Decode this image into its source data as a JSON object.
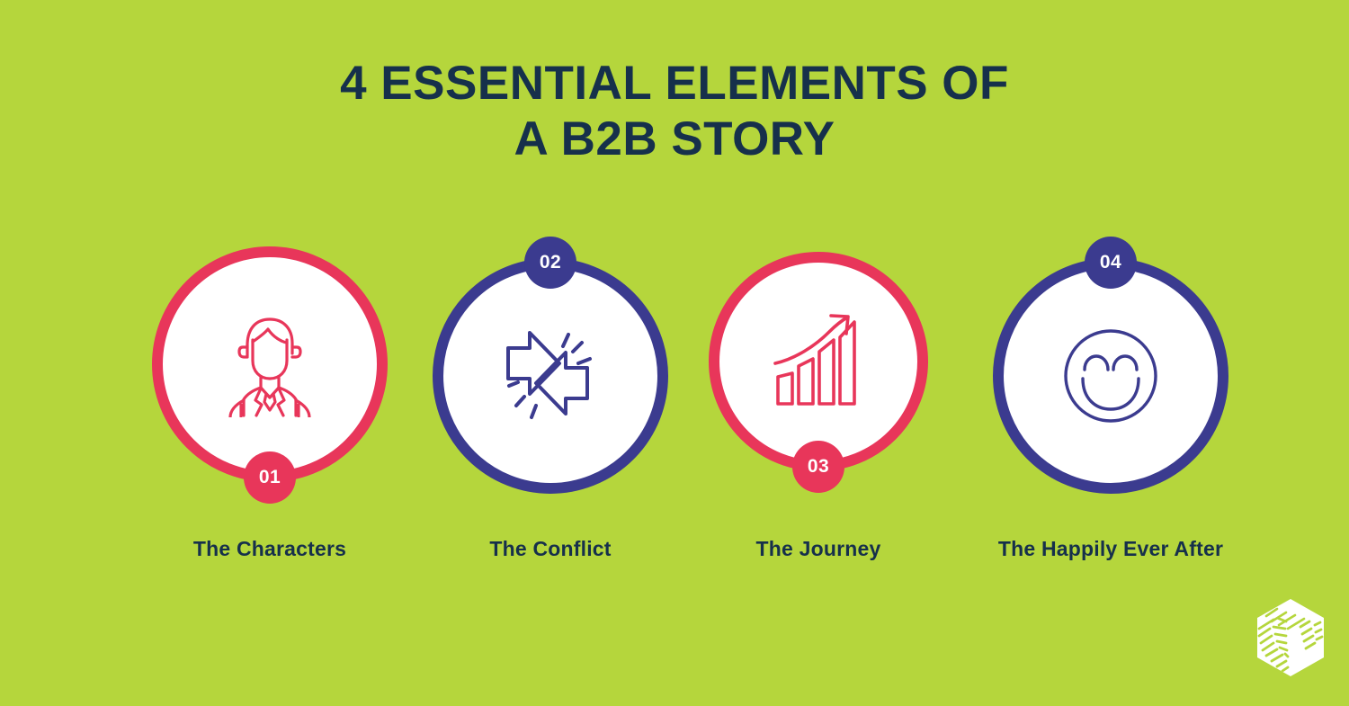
{
  "theme": {
    "background_color": "#b5d63c",
    "title_color": "#16304b",
    "red_color": "#e8365a",
    "navy_color": "#3b3b8f",
    "circle_fill_color": "#ffffff",
    "label_color": "#16304b",
    "logo_color": "#ffffff"
  },
  "title": {
    "line1": "4 ESSENTIAL ELEMENTS OF",
    "line2": "A B2B STORY"
  },
  "items": [
    {
      "number": "01",
      "label": "The Characters",
      "icon": "businessman-icon",
      "accent_color": "#e8365a",
      "badge_position": "bottom"
    },
    {
      "number": "02",
      "label": "The Conflict",
      "icon": "colliding-arrows-icon",
      "accent_color": "#3b3b8f",
      "badge_position": "top"
    },
    {
      "number": "03",
      "label": "The Journey",
      "icon": "growth-chart-icon",
      "accent_color": "#e8365a",
      "badge_position": "bottom"
    },
    {
      "number": "04",
      "label": "The Happily Ever After",
      "icon": "smiley-face-icon",
      "accent_color": "#3b3b8f",
      "badge_position": "top"
    }
  ],
  "logo": {
    "name": "hexagon-cube-logo"
  }
}
